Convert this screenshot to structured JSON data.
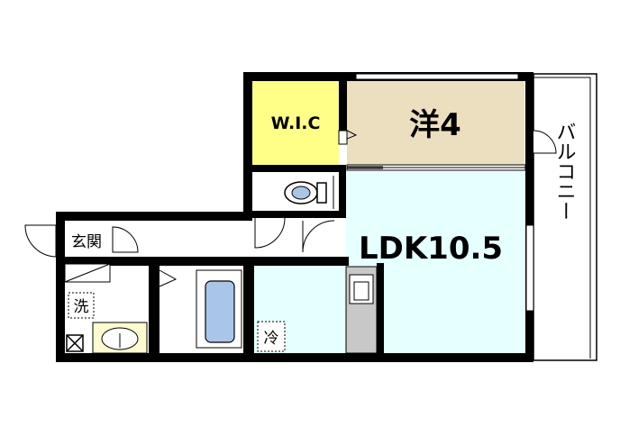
{
  "rooms": {
    "wic": {
      "label": "W.I.C",
      "color": "#ffff88"
    },
    "western": {
      "label": "洋4",
      "color": "#ecdfc0"
    },
    "ldk": {
      "label": "LDK10.5",
      "color": "#e6ffff"
    },
    "entrance": {
      "label": "玄関"
    },
    "washroom": {
      "label": "洗"
    },
    "fridge": {
      "label": "冷"
    },
    "balcony": {
      "label": "バルコニー"
    }
  },
  "colors": {
    "wall": "#000000",
    "bath": "#a9c6e8",
    "washbasin": "#fffbd0",
    "kitchen": "#c8c8c8"
  }
}
